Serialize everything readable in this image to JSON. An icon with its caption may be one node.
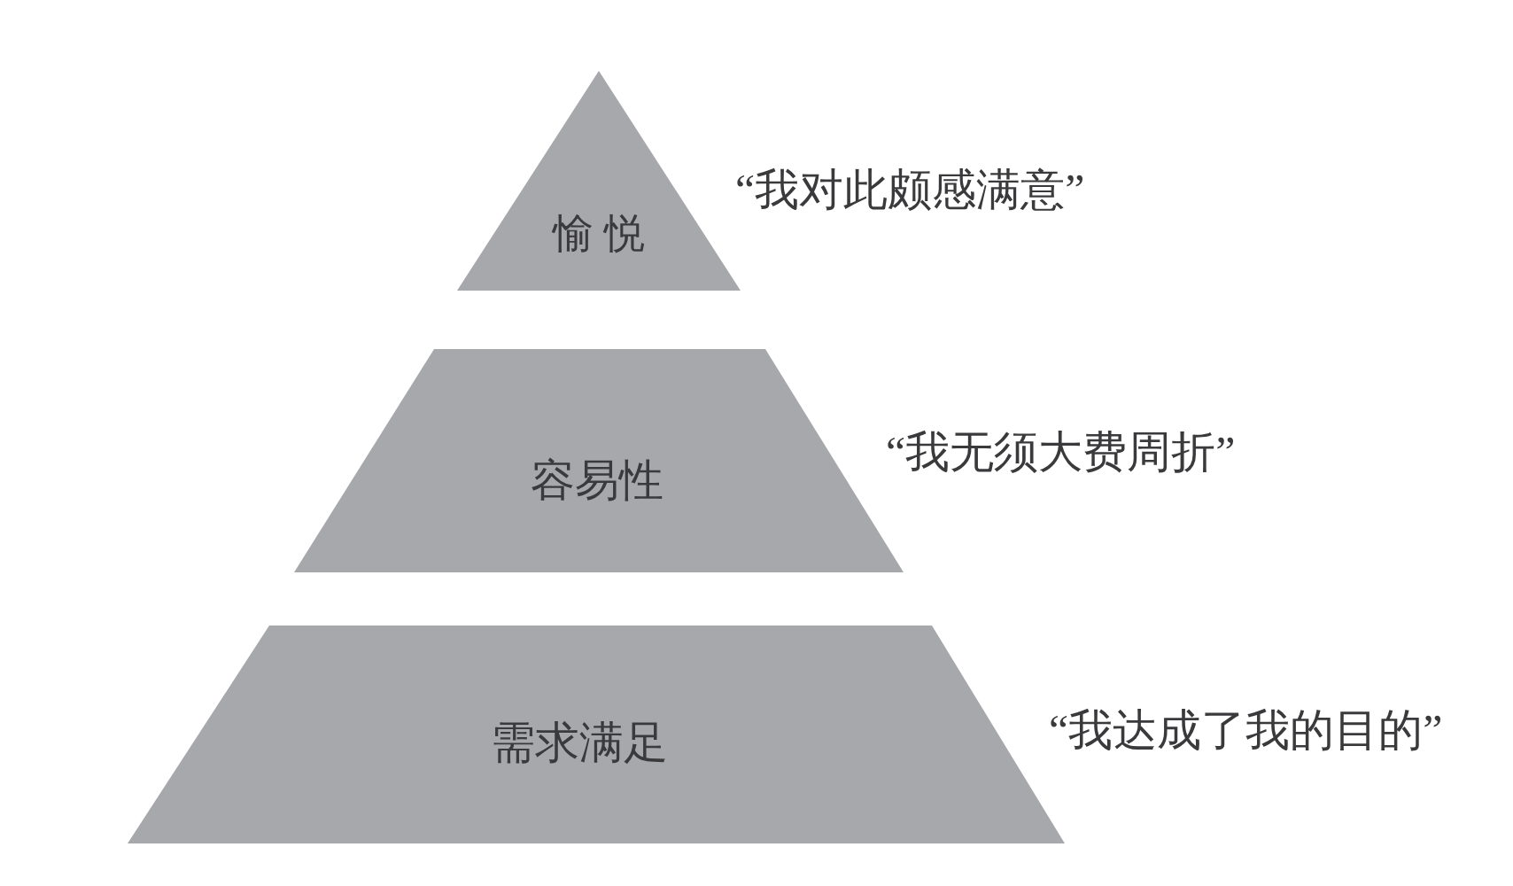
{
  "diagram": {
    "nodes": [
      {
        "text": [
          "愉 悦"
        ],
        "beside": [
          "“我对此颇感满意”"
        ]
      },
      {
        "text": [
          "容易性"
        ],
        "beside": [
          "“我无须大费周折”"
        ]
      },
      {
        "text": [
          "需求满足"
        ],
        "beside": [
          "“我达成了我的目的”"
        ]
      }
    ]
  }
}
